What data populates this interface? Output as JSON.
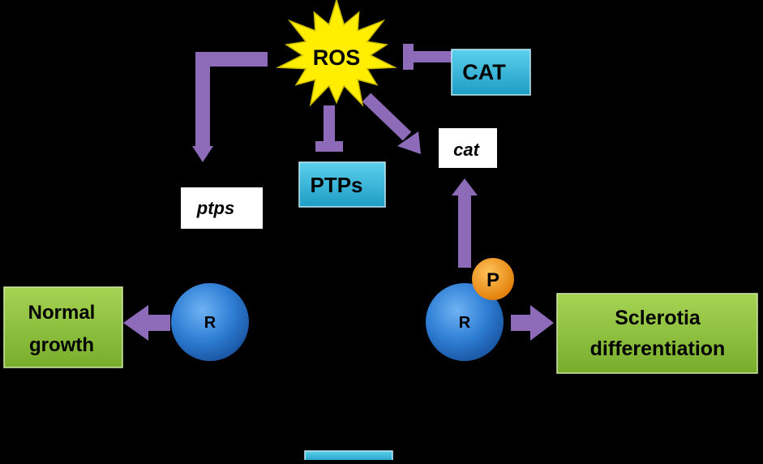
{
  "nodes": {
    "ros": {
      "label": "ROS"
    },
    "cat_protein": {
      "label": "CAT"
    },
    "ptps_protein": {
      "label": "PTPs"
    },
    "cat_gene": {
      "label": "cat"
    },
    "ptps_gene": {
      "label": "ptps"
    },
    "receptor_left": {
      "label": "R"
    },
    "receptor_right": {
      "label": "R"
    },
    "phospho_badge": {
      "label": "P"
    },
    "normal_growth": {
      "line1": "Normal",
      "line2": "growth"
    },
    "sclerotia": {
      "line1": "Sclerotia",
      "line2": "differentiation"
    }
  },
  "colors": {
    "background": "#000000",
    "purple_arrow": "#8d6bb8",
    "cyan_box": "#2fb3d8",
    "green_box": "#8ec43e",
    "blue_circle": "#2f7fd6",
    "orange_badge": "#f29a1f",
    "ros_star": "#ffee00"
  }
}
